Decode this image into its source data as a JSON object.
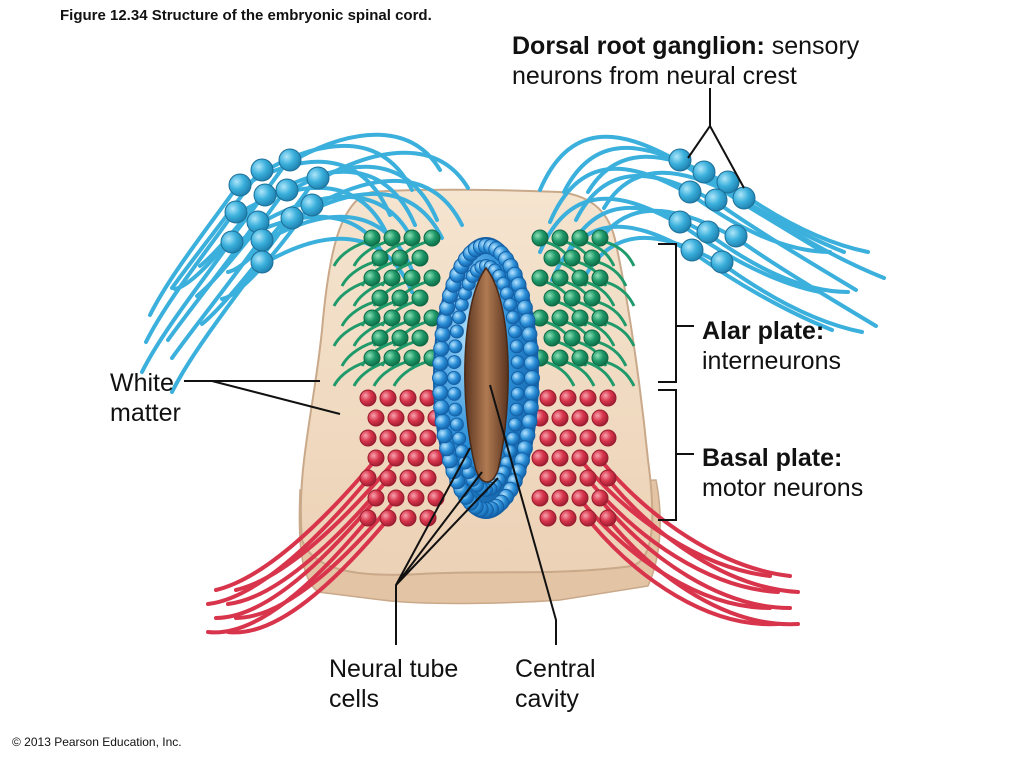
{
  "caption": "Figure 12.34  Structure of the embryonic spinal cord.",
  "labels": {
    "dorsal_root_ganglion_term": "Dorsal root ganglion:",
    "dorsal_root_ganglion_desc_1": "sensory",
    "dorsal_root_ganglion_desc_2": "neurons from neural crest",
    "alar_plate_term": "Alar plate:",
    "alar_plate_desc": "interneurons",
    "basal_plate_term": "Basal plate:",
    "basal_plate_desc": "motor neurons",
    "white_matter_1": "White",
    "white_matter_2": "matter",
    "neural_tube_cells_1": "Neural tube",
    "neural_tube_cells_2": "cells",
    "central_cavity_1": "Central",
    "central_cavity_2": "cavity"
  },
  "copyright": "© 2013 Pearson Education, Inc.",
  "colors": {
    "tissue": "#f1dcc4",
    "tissue_edge": "#c9a98a",
    "sensory_neuron": "#3bb0dc",
    "interneuron": "#1f9a6a",
    "motor_neuron": "#d8354c",
    "neural_tube": "#2a8fd8",
    "cavity": "#8b5a3c",
    "leader_line": "#111111"
  }
}
